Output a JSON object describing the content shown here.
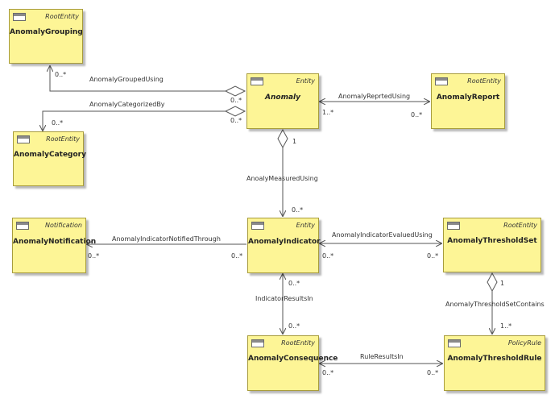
{
  "nodes": {
    "anomaly_grouping": {
      "stereotype": "RootEntity",
      "name": "AnomalyGrouping"
    },
    "anomaly": {
      "stereotype": "Entity",
      "name": "Anomaly"
    },
    "anomaly_report": {
      "stereotype": "RootEntity",
      "name": "AnomalyReport"
    },
    "anomaly_category": {
      "stereotype": "RootEntity",
      "name": "AnomalyCategory"
    },
    "anomaly_notification": {
      "stereotype": "Notification",
      "name": "AnomalyNotification"
    },
    "anomaly_indicator": {
      "stereotype": "Entity",
      "name": "AnomalyIndicator"
    },
    "anomaly_threshold_set": {
      "stereotype": "RootEntity",
      "name": "AnomalyThresholdSet"
    },
    "anomaly_consequence": {
      "stereotype": "RootEntity",
      "name": "AnomalyConsequence"
    },
    "anomaly_threshold_rule": {
      "stereotype": "PolicyRule",
      "name": "AnomalyThresholdRule"
    }
  },
  "relations": {
    "grouped_using": {
      "label": "AnomalyGroupedUsing",
      "target_mult": "0..*",
      "source_mult": "0..*"
    },
    "categorized_by": {
      "label": "AnomalyCategorizedBy",
      "target_mult": "0..*",
      "source_mult": "0..*"
    },
    "reported_using": {
      "label": "AnomalyReprtedUsing",
      "source_mult": "1..*",
      "target_mult": "0..*"
    },
    "measured_using": {
      "label": "AnoalyMeasuredUsing",
      "source_mult": "1",
      "target_mult": "0..*"
    },
    "notified_through": {
      "label": "AnomalyIndicatorNotifiedThrough",
      "target_mult": "0..*",
      "source_mult": "0..*"
    },
    "evalued_using": {
      "label": "AnomalyIndicatorEvaluedUsing",
      "source_mult": "0..*",
      "target_mult": "0..*"
    },
    "results_in": {
      "label": "IndicatorResultsIn",
      "source_mult": "0..*",
      "target_mult": "0..*"
    },
    "set_contains": {
      "label": "AnomalyThresholdSetContains",
      "source_mult": "1",
      "target_mult": "1..*"
    },
    "rule_results_in": {
      "label": "RuleResultsIn",
      "source_mult": "0..*",
      "target_mult": "0..*"
    }
  }
}
